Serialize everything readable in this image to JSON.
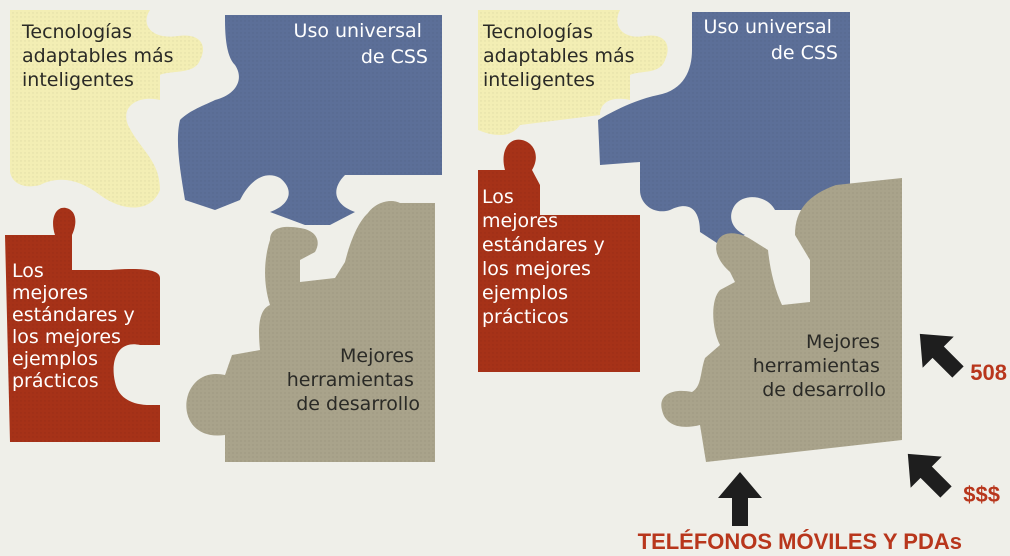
{
  "colors": {
    "background": "#efefe9",
    "yellow_piece": "#f3eeb4",
    "blue_piece": "#5c6f98",
    "red_piece": "#a63218",
    "gray_piece": "#a9a38b",
    "arrow": "#1e1e1e",
    "accent_text": "#b8361c"
  },
  "pieces": {
    "adaptive": {
      "label": [
        "Tecnologías",
        "adaptables más",
        "inteligentes"
      ]
    },
    "css": {
      "label": [
        "Uso universal",
        "de CSS"
      ]
    },
    "standards": {
      "label": [
        "Los",
        "mejores",
        "estándares y",
        "los mejores",
        "ejemplos",
        "prácticos"
      ]
    },
    "tools": {
      "label": [
        "Mejores",
        "herramientas",
        "de desarrollo"
      ]
    }
  },
  "callouts": {
    "section508": "508",
    "cost": "$$$",
    "mobile": "TELÉFONOS MÓVILES Y PDAs"
  }
}
